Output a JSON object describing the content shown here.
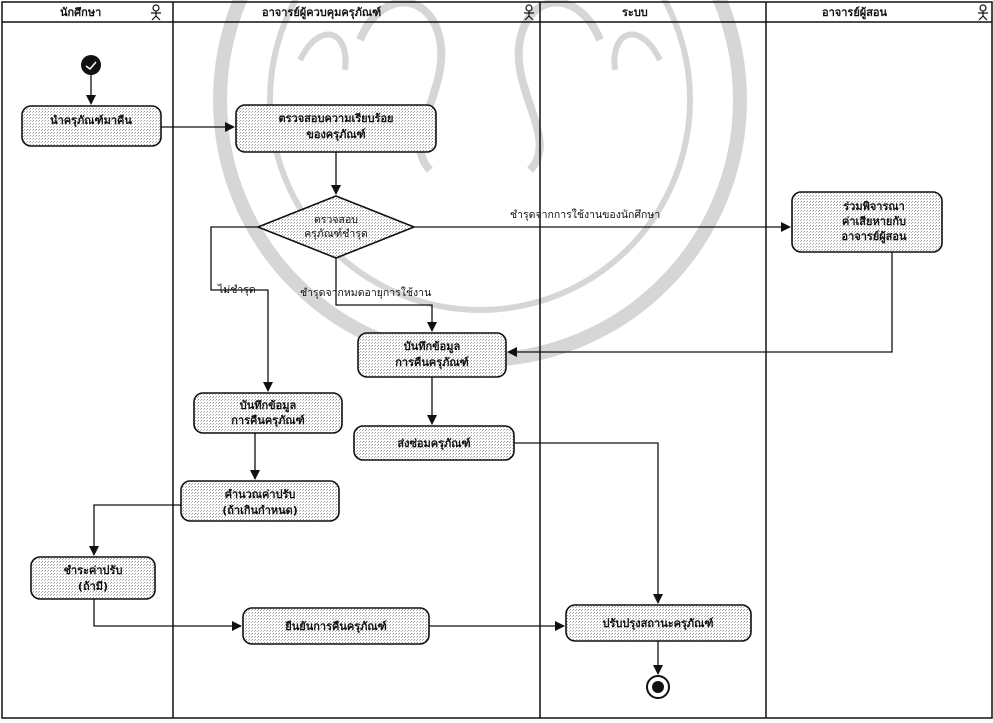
{
  "swimlanes": [
    {
      "title": "นักศึกษา"
    },
    {
      "title": "อาจารย์ผู้ควบคุมครุภัณฑ์"
    },
    {
      "title": "ระบบ"
    },
    {
      "title": "อาจารย์ผู้สอน"
    }
  ],
  "activities": {
    "return_equipment": [
      "นำครุภัณฑ์มาคืน"
    ],
    "check_condition": [
      "ตรวจสอบความเรียบร้อย",
      "ของครุภัณฑ์"
    ],
    "consider_cost": [
      "ร่วมพิจารณา",
      "ค่าเสียหายกับ",
      "อาจารย์ผู้สอน"
    ],
    "record_return_a": [
      "บันทึกข้อมูล",
      "การคืนครุภัณฑ์"
    ],
    "record_return_b": [
      "บันทึกข้อมูล",
      "การคืนครุภัณฑ์"
    ],
    "send_repair": [
      "ส่งซ่อมครุภัณฑ์"
    ],
    "calc_fine": [
      "คำนวณค่าปรับ",
      "(ถ้าเกินกำหนด)"
    ],
    "pay_fine": [
      "ชำระค่าปรับ",
      "(ถ้ามี)"
    ],
    "confirm_return": [
      "ยืนยันการคืนครุภัณฑ์"
    ],
    "update_status": [
      "ปรับปรุงสถานะครุภัณฑ์"
    ]
  },
  "decision": [
    "ตรวจสอบ",
    "ครุภัณฑ์ชำรุด"
  ],
  "guards": {
    "damaged_by_student": "ชำรุดจากการใช้งานของนักศึกษา",
    "not_damaged": "ไม่ชำรุด",
    "damaged_by_age": "ชำรุดจากหมดอายุการใช้งาน"
  },
  "colors": {
    "line": "#111111",
    "activity_fill": "#ffffff",
    "stipple": "#9a9a9a",
    "watermark": "#d8d8d8"
  }
}
